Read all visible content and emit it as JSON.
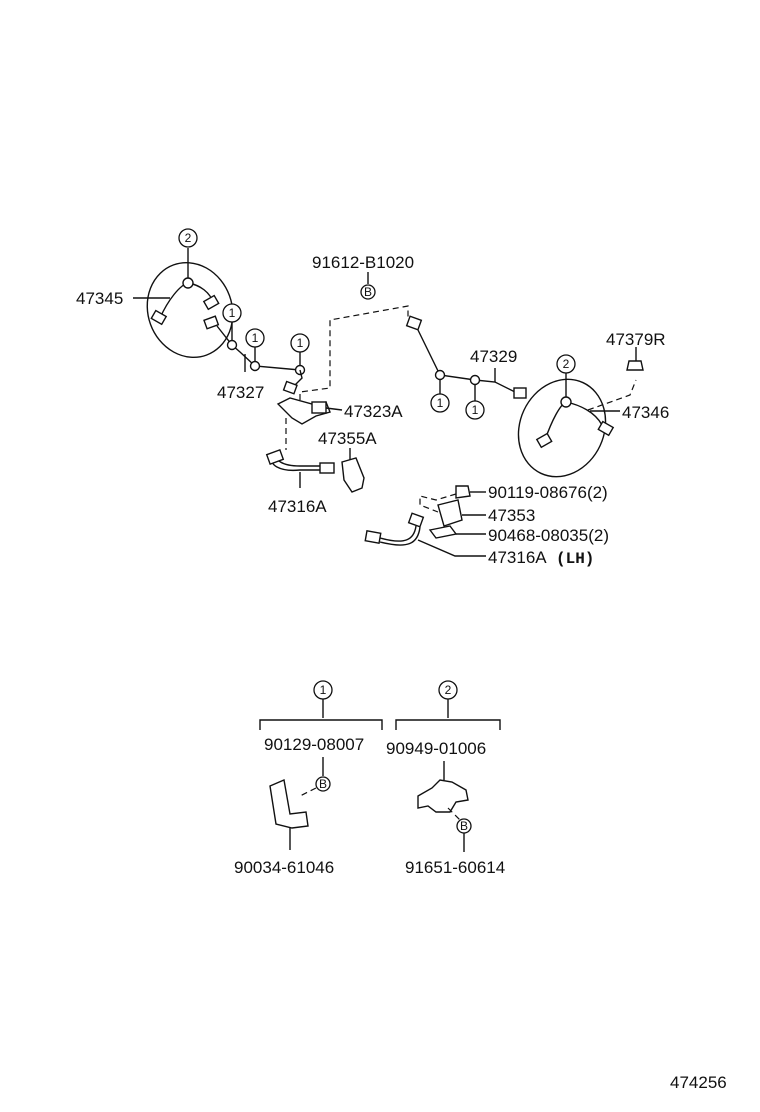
{
  "callouts": {
    "c1": "1",
    "c2": "2",
    "cb": "B"
  },
  "labels": {
    "p47345": "47345",
    "p47327": "47327",
    "p91612": "91612-B1020",
    "p47329": "47329",
    "p47379r": "47379R",
    "p47346": "47346",
    "p47323a": "47323A",
    "p47355a": "47355A",
    "p47316a": "47316A",
    "p90119": "90119-08676(2)",
    "p47353": "47353",
    "p90468": "90468-08035(2)",
    "p47316a_lh": "47316A",
    "lh": "(LH)"
  },
  "legend": {
    "group1_part": "90129-08007",
    "group1_bracket": "90034-61046",
    "group2_part": "90949-01006",
    "group2_clip": "91651-60614"
  },
  "footer": {
    "ref": "474256"
  }
}
